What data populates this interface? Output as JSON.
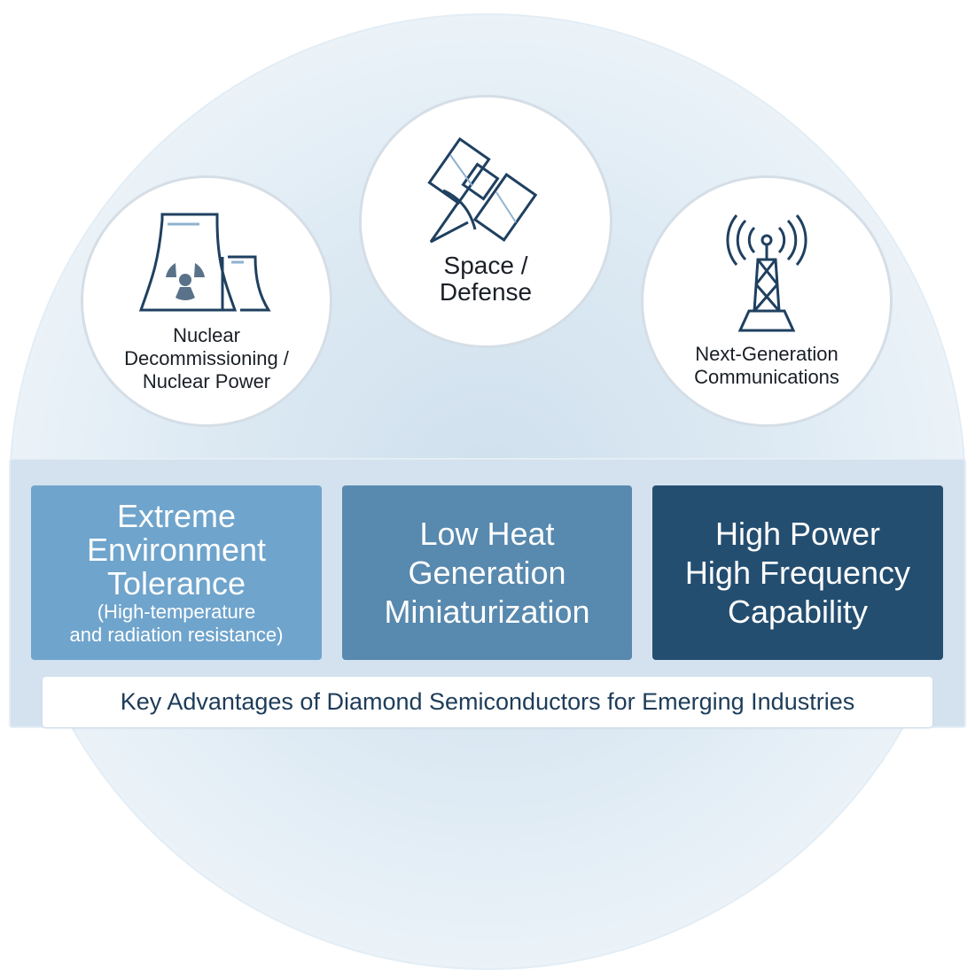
{
  "industries": [
    {
      "label_lines": [
        "Nuclear",
        "Decommissioning /",
        "Nuclear Power"
      ],
      "icon": "nuclear-plant-icon"
    },
    {
      "label_lines": [
        "Space /",
        "Defense"
      ],
      "icon": "satellite-icon"
    },
    {
      "label_lines": [
        "Next-Generation",
        "Communications"
      ],
      "icon": "antenna-tower-icon"
    }
  ],
  "advantages": [
    {
      "title_lines": [
        "Extreme",
        "Environment",
        "Tolerance"
      ],
      "note_lines": [
        "(High-temperature",
        "and radiation resistance)"
      ],
      "color": "#6fa4cc"
    },
    {
      "title_lines": [
        "Low Heat",
        "Generation",
        "Miniaturization"
      ],
      "color": "#5889ae"
    },
    {
      "title_lines": [
        "High Power",
        "High Frequency",
        "Capability"
      ],
      "color": "#244e70"
    }
  ],
  "caption": "Key Advantages of Diamond Semiconductors for Emerging Industries",
  "colors": {
    "icon_stroke": "#1f4060",
    "icon_accent": "#8fb2d0",
    "caption_text": "#1d3c5a"
  }
}
